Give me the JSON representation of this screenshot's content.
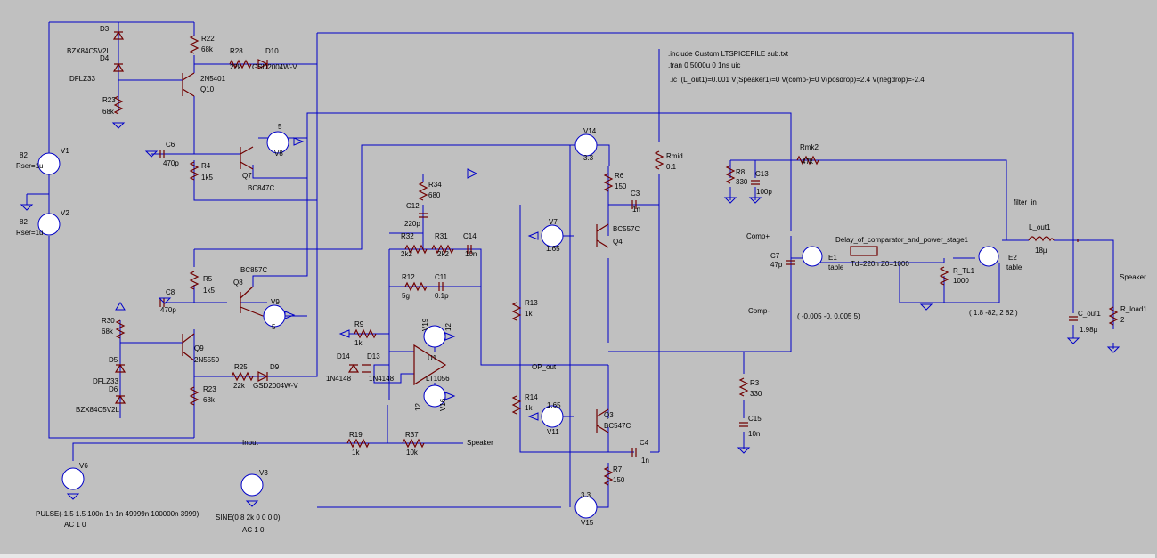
{
  "directives": {
    "include": ".include Custom LTSPICEFILE sub.txt",
    "tran": ".tran 0 5000u 0 1ns uic",
    "ic": ".ic I(L_out1)=0.001 V(Speaker1)=0 V(comp-)=0 V(posdrop)=2.4 V(negdrop)=-2.4"
  },
  "components": {
    "D3": "D3",
    "D3_val": "BZX84C5V2L",
    "D4": "D4",
    "D4_val": "DFLZ33",
    "R22": "R22",
    "R22_val": "68k",
    "R28": "R28",
    "R28_val": "22k",
    "D10": "D10",
    "D10_val": "GSD2004W-V",
    "Q10_val": "2N5401",
    "Q10": "Q10",
    "R23a": "R23",
    "R23a_val": "68k",
    "V1": "V1",
    "V1_val": "82",
    "V1_rser": "Rser=1u",
    "V2": "V2",
    "V2_val": "82",
    "V2_rser": "Rser=1u",
    "C6": "C6",
    "C6_val": "470p",
    "R4": "R4",
    "R4_val": "1k5",
    "Q7": "Q7",
    "Q7_val": "BC847C",
    "V8": "V8",
    "V8_val": "5",
    "R34": "R34",
    "R34_val": "680",
    "C12": "C12",
    "C12_val": "220p",
    "R32": "R32",
    "R32_val": "2k2",
    "R31": "R31",
    "R31_val": "2k2",
    "C14": "C14",
    "C14_val": "10n",
    "R12": "R12",
    "R12_val": "5g",
    "C11": "C11",
    "C11_val": "0.1p",
    "V14": "V14",
    "V14_val": "3.3",
    "R6": "R6",
    "R6_val": "150",
    "C3": "C3",
    "C3_val": "1n",
    "V7": "V7",
    "V7_val": "1.65",
    "Q4_val": "BC557C",
    "Q4": "Q4",
    "Rmid": "Rmid",
    "Rmid_val": "0.1",
    "R8": "R8",
    "R8_val": "330",
    "C13": "C13",
    "C13_val": "100p",
    "Rmk2": "Rmk2",
    "Rmk2_val": "47k",
    "filter_in": "filter_in",
    "L_out1": "L_out1",
    "L_out1_val": "18µ",
    "comp_plus": "Comp+",
    "comp_minus": "Comp-",
    "C7": "C7",
    "C7_val": "47p",
    "E1": "E1",
    "E1_val": "table",
    "E2": "E2",
    "E2_val": "table",
    "delay": "Delay_of_comparator_and_power_stage1",
    "td": "Td=220n Z0=1000",
    "R_TL1": "R_TL1",
    "R_TL1_val": "1000",
    "table1": "( -0.005 -0, 0.005 5)",
    "table2": "( 1.8 -82, 2 82 )",
    "speaker_label": "Speaker",
    "C_out1": "C_out1",
    "C_out1_val": "1.98µ",
    "R_load1": "R_load1",
    "R_load1_val": "2",
    "R5": "R5",
    "R5_val": "1k5",
    "Q8_val": "BC857C",
    "Q8": "Q8",
    "C8": "C8",
    "C8_val": "470p",
    "V9": "V9",
    "V9_val": "5",
    "R30": "R30",
    "R30_val": "68k",
    "Q9": "Q9",
    "Q9_val": "2N5550",
    "D5": "D5",
    "D5_val": "DFLZ33",
    "D6": "D6",
    "D6_val": "BZX84C5V2L",
    "R25": "R25",
    "R25_val": "22k",
    "D9": "D9",
    "D9_val": "GSD2004W-V",
    "R23b": "R23",
    "R23b_val": "68k",
    "R9": "R9",
    "R9_val": "1k",
    "D14": "D14",
    "D13": "D13",
    "D14_val": "1N4148",
    "D13_val": "1N4148",
    "U1": "U1",
    "U1_val": "LT1056",
    "V19": "V19",
    "V19_val": "12",
    "V16": "V16",
    "V16_val": "12",
    "op_out": "OP_out",
    "R13": "R13",
    "R13_val": "1k",
    "R14": "R14",
    "R14_val": "1k",
    "V11": "V11",
    "V11_val": "1.65",
    "Q3": "Q3",
    "Q3_val": "BC547C",
    "C4": "C4",
    "C4_val": "1n",
    "R7": "R7",
    "R7_val": "150",
    "V15": "V15",
    "V15_val": "3.3",
    "R3": "R3",
    "R3_val": "330",
    "C15": "C15",
    "C15_val": "10n",
    "input_label": "Input",
    "R19": "R19",
    "R19_val": "1k",
    "R37": "R37",
    "R37_val": "10k",
    "speaker2": "Speaker",
    "V6": "V6",
    "V6_pulse": "PULSE(-1.5 1.5 100n 1n 1n 49999n 100000n 3999)",
    "V6_ac": "AC 1 0",
    "V3": "V3",
    "V3_sine": "SINE(0 8 2k 0 0 0 0)",
    "V3_ac": "AC 1 0"
  }
}
